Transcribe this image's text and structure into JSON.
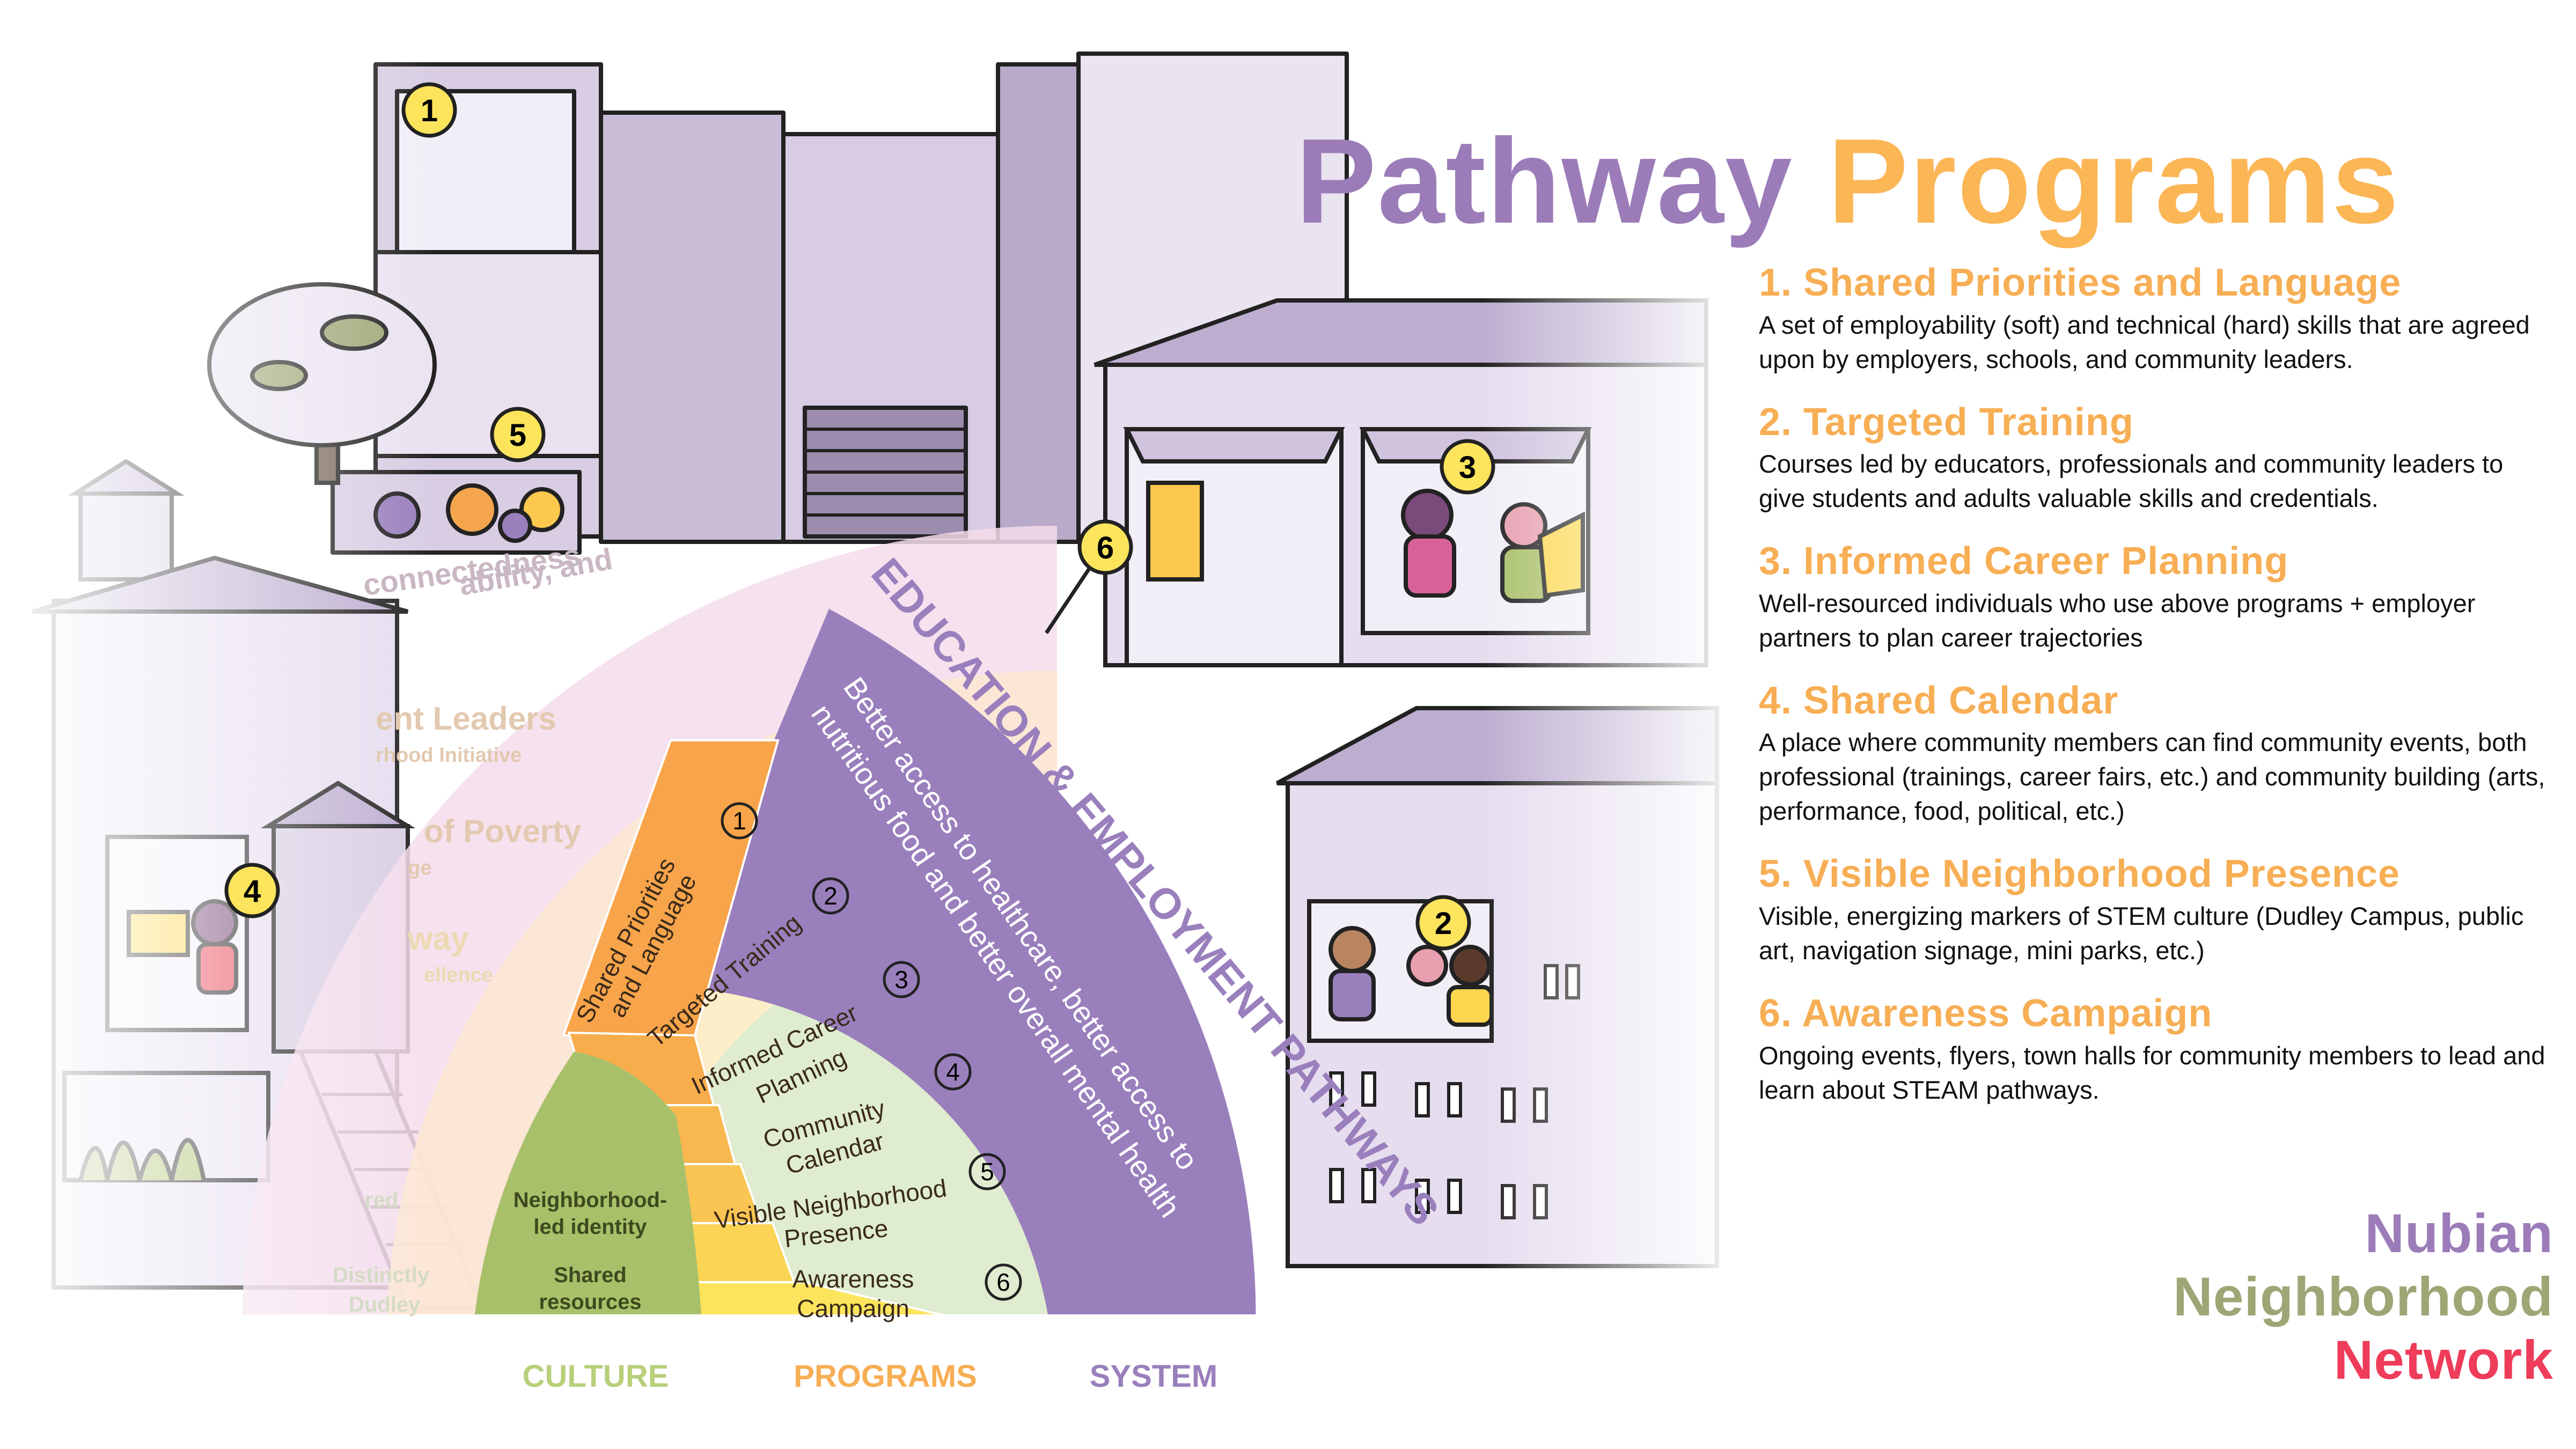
{
  "title": {
    "part1": "Pathway",
    "part2": "Programs"
  },
  "programs": [
    {
      "heading": "1. Shared Priorities and Language",
      "body": "A set of employability (soft) and technical (hard) skills that are agreed upon by employers, schools, and community leaders."
    },
    {
      "heading": "2. Targeted Training",
      "body": "Courses led by educators, professionals and community leaders to give students and adults valuable skills and credentials."
    },
    {
      "heading": "3. Informed Career Planning",
      "body": "Well-resourced individuals who use above programs + employer partners to plan career trajectories"
    },
    {
      "heading": "4. Shared Calendar",
      "body": "A place where community members can find community events, both professional (trainings, career fairs, etc.) and community building (arts, performance, food, political, etc.)"
    },
    {
      "heading": "5. Visible Neighborhood Presence",
      "body": "Visible, energizing markers of STEM culture (Dudley Campus, public art, navigation signage, mini parks, etc.)"
    },
    {
      "heading": "6. Awareness Campaign",
      "body": "Ongoing events, flyers, town halls for community members to lead and learn about STEAM pathways."
    }
  ],
  "brand": {
    "line1": "Nubian",
    "line2": "Neighborhood",
    "line3": "Network"
  },
  "diagram": {
    "system_arc_title": "EDUCATION & EMPLOYMENT PATHWAYS",
    "system_arc_line1": "Better access to healthcare, better access to",
    "system_arc_line2": "nutritious food and better overall mental health",
    "program_segments": [
      {
        "number": "1",
        "line1": "Shared Priorities",
        "line2": "and Language"
      },
      {
        "number": "2",
        "line1": "Targeted Training",
        "line2": ""
      },
      {
        "number": "3",
        "line1": "Informed Career",
        "line2": "Planning"
      },
      {
        "number": "4",
        "line1": "Community",
        "line2": "Calendar"
      },
      {
        "number": "5",
        "line1": "Visible Neighborhood",
        "line2": "Presence"
      },
      {
        "number": "6",
        "line1": "Awareness",
        "line2": "Campaign"
      }
    ],
    "culture_items": [
      "Neighborhood-",
      "led identity",
      "Shared",
      "resources"
    ],
    "faded_items": [
      "ability, and",
      "connectedness",
      "ent Leaders",
      "rhood Initiative",
      "of Poverty",
      "ge",
      "way",
      "ellence",
      "red",
      "Distinctly",
      "Dudley"
    ],
    "ring_labels": {
      "culture": "CULTURE",
      "programs": "PROGRAMS",
      "system": "SYSTEM"
    },
    "scene_markers": [
      "1",
      "2",
      "3",
      "4",
      "5",
      "6"
    ]
  },
  "colors": {
    "title_purple": "#9b7cb9",
    "title_orange": "#fbb656",
    "heading_orange": "#f7ae54",
    "system_purple": "#9a7fbd",
    "culture_green": "#a9c06a",
    "brand_green": "#9fa575",
    "brand_red": "#ee3c5a"
  }
}
